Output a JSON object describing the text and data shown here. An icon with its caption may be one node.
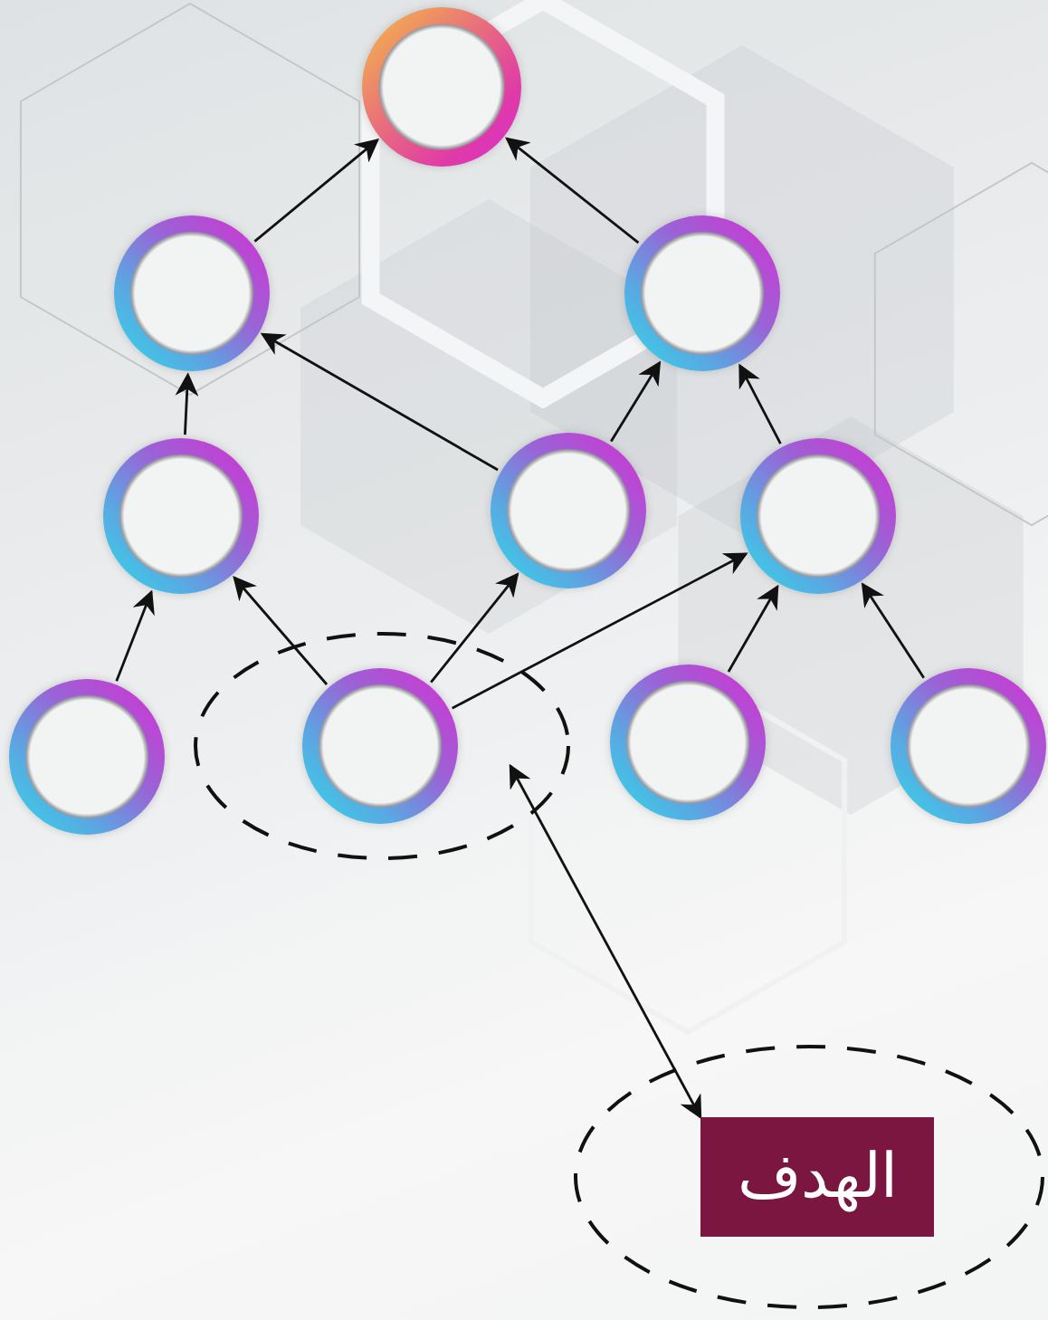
{
  "diagram": {
    "nodes": [
      {
        "text": [],
        "shape": "circle"
      },
      {
        "text": [],
        "shape": "circle"
      },
      {
        "text": [],
        "shape": "circle"
      },
      {
        "text": [],
        "shape": "circle"
      },
      {
        "text": [],
        "shape": "circle"
      },
      {
        "text": [],
        "shape": "circle"
      },
      {
        "text": [],
        "shape": "circle"
      },
      {
        "text": [],
        "shape": "ellipse"
      },
      {
        "text": [],
        "shape": "circle",
        "in": 7
      },
      {
        "text": [],
        "shape": "circle"
      },
      {
        "text": [],
        "shape": "circle"
      },
      {
        "text": [],
        "shape": "ellipse"
      },
      {
        "text": [
          "الهدف"
        ],
        "in": 11
      }
    ],
    "edges": [
      {
        "from": 1,
        "to": 0,
        "arrow": "to"
      },
      {
        "from": 2,
        "to": 0,
        "arrow": "to"
      },
      {
        "from": 3,
        "to": 1,
        "arrow": "to"
      },
      {
        "from": 4,
        "to": 1,
        "arrow": "to"
      },
      {
        "from": 4,
        "to": 2,
        "arrow": "to"
      },
      {
        "from": 5,
        "to": 2,
        "arrow": "to"
      },
      {
        "from": 6,
        "to": 3,
        "arrow": "to"
      },
      {
        "from": 8,
        "to": 3,
        "arrow": "to"
      },
      {
        "from": 8,
        "to": 4,
        "arrow": "to"
      },
      {
        "from": 8,
        "to": 5,
        "arrow": "to"
      },
      {
        "from": 9,
        "to": 5,
        "arrow": "to"
      },
      {
        "from": 10,
        "to": 5,
        "arrow": "to"
      },
      {
        "from": 7,
        "to": 12,
        "arrow": "both"
      }
    ]
  }
}
